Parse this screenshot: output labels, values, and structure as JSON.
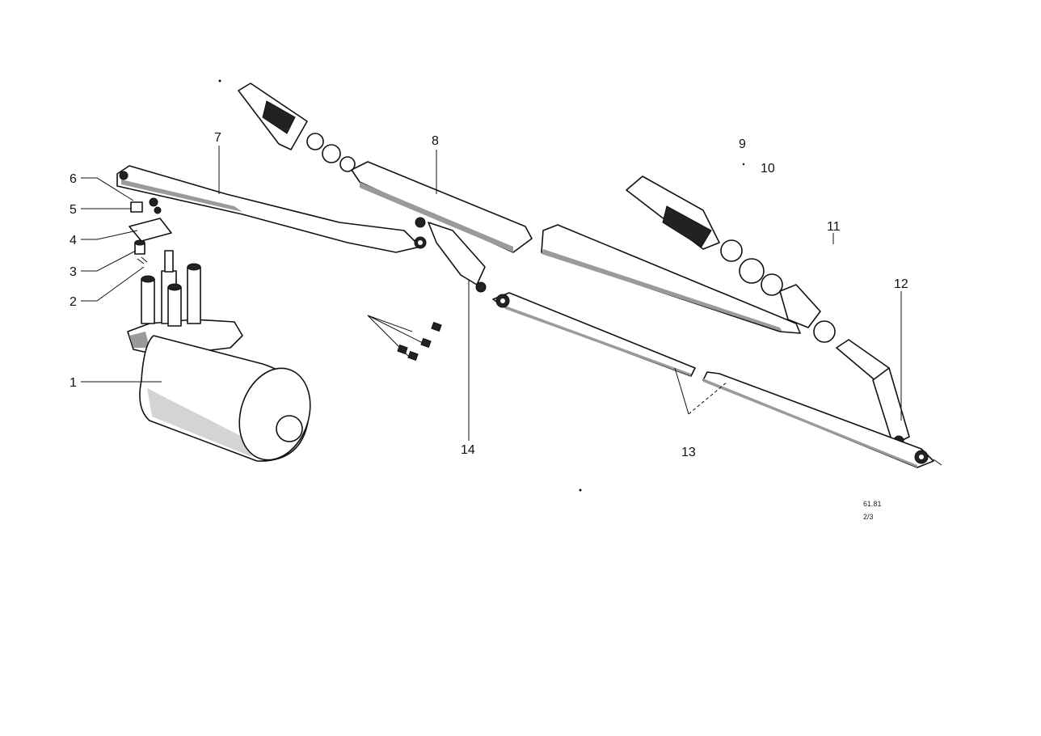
{
  "diagram": {
    "callouts": {
      "c1": "1",
      "c2": "2",
      "c3": "3",
      "c4": "4",
      "c5": "5",
      "c6": "6",
      "c7": "7",
      "c8": "8",
      "c9": "9",
      "c10": "10",
      "c11": "11",
      "c12": "12",
      "c13": "13",
      "c14": "14"
    },
    "drawing_code": {
      "line1": "61.81",
      "line2": "2/3"
    },
    "colors": {
      "ink": "#111111",
      "background": "#ffffff",
      "shading": "#9a9a9a"
    }
  }
}
